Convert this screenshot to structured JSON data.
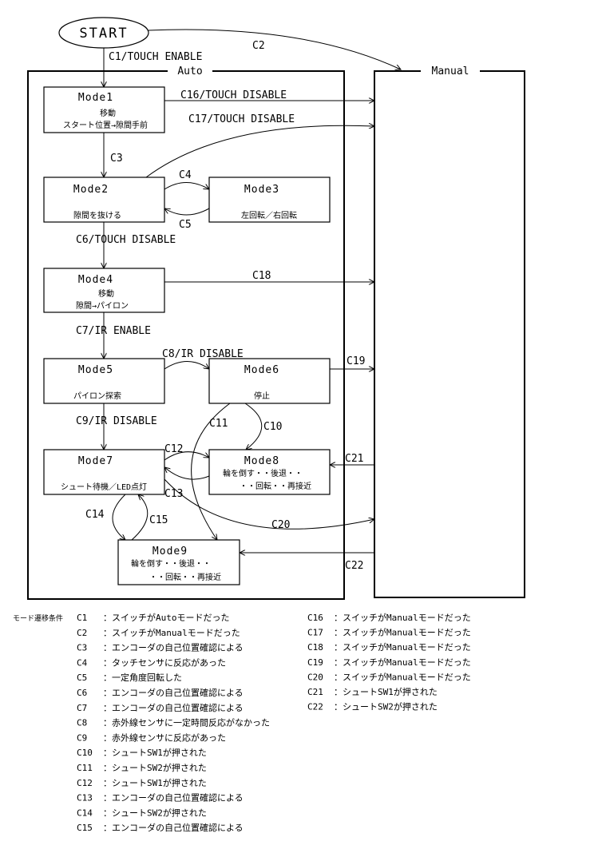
{
  "start": "START",
  "frames": {
    "auto": "Auto",
    "manual": "Manual"
  },
  "modes": [
    {
      "title": "Mode1",
      "desc": [
        "移動",
        "スタート位置→隙間手前"
      ]
    },
    {
      "title": "Mode2",
      "desc": [
        "隙間を抜ける"
      ]
    },
    {
      "title": "Mode3",
      "desc": [
        "左回転／右回転"
      ]
    },
    {
      "title": "Mode4",
      "desc": [
        "移動",
        "隙間→パイロン"
      ]
    },
    {
      "title": "Mode5",
      "desc": [
        "パイロン探索"
      ]
    },
    {
      "title": "Mode6",
      "desc": [
        "停止"
      ]
    },
    {
      "title": "Mode7",
      "desc": [
        "シュート待機／LED点灯"
      ]
    },
    {
      "title": "Mode8",
      "desc": [
        "輪を倒す・・後退・・",
        "・・回転・・再接近"
      ]
    },
    {
      "title": "Mode9",
      "desc": [
        "輪を倒す・・後退・・",
        "・・回転・・再接近"
      ]
    }
  ],
  "transitions": {
    "c1": "C1/TOUCH ENABLE",
    "c2": "C2",
    "c3": "C3",
    "c4": "C4",
    "c5": "C5",
    "c6": "C6/TOUCH DISABLE",
    "c7": "C7/IR ENABLE",
    "c8": "C8/IR DISABLE",
    "c9": "C9/IR DISABLE",
    "c10": "C10",
    "c11": "C11",
    "c12": "C12",
    "c13": "C13",
    "c14": "C14",
    "c15": "C15",
    "c16": "C16/TOUCH DISABLE",
    "c17": "C17/TOUCH DISABLE",
    "c18": "C18",
    "c19": "C19",
    "c20": "C20",
    "c21": "C21",
    "c22": "C22"
  },
  "legend": {
    "heading": "モード遷移条件",
    "left": [
      {
        "code": "C1",
        "text": "：スイッチがAutoモードだった"
      },
      {
        "code": "C2",
        "text": "：スイッチがManualモードだった"
      },
      {
        "code": "C3",
        "text": "：エンコーダの自己位置確認による"
      },
      {
        "code": "C4",
        "text": "：タッチセンサに反応があった"
      },
      {
        "code": "C5",
        "text": "：一定角度回転した"
      },
      {
        "code": "C6",
        "text": "：エンコーダの自己位置確認による"
      },
      {
        "code": "C7",
        "text": "：エンコーダの自己位置確認による"
      },
      {
        "code": "C8",
        "text": "：赤外線センサに一定時間反応がなかった"
      },
      {
        "code": "C9",
        "text": "：赤外線センサに反応があった"
      },
      {
        "code": "C10",
        "text": "：シュートSW1が押された"
      },
      {
        "code": "C11",
        "text": "：シュートSW2が押された"
      },
      {
        "code": "C12",
        "text": "：シュートSW1が押された"
      },
      {
        "code": "C13",
        "text": "：エンコーダの自己位置確認による"
      },
      {
        "code": "C14",
        "text": "：シュートSW2が押された"
      },
      {
        "code": "C15",
        "text": "：エンコーダの自己位置確認による"
      }
    ],
    "right": [
      {
        "code": "C16",
        "text": "：スイッチがManualモードだった"
      },
      {
        "code": "C17",
        "text": "：スイッチがManualモードだった"
      },
      {
        "code": "C18",
        "text": "：スイッチがManualモードだった"
      },
      {
        "code": "C19",
        "text": "：スイッチがManualモードだった"
      },
      {
        "code": "C20",
        "text": "：スイッチがManualモードだった"
      },
      {
        "code": "C21",
        "text": "：シュートSW1が押された"
      },
      {
        "code": "C22",
        "text": "：シュートSW2が押された"
      }
    ]
  }
}
